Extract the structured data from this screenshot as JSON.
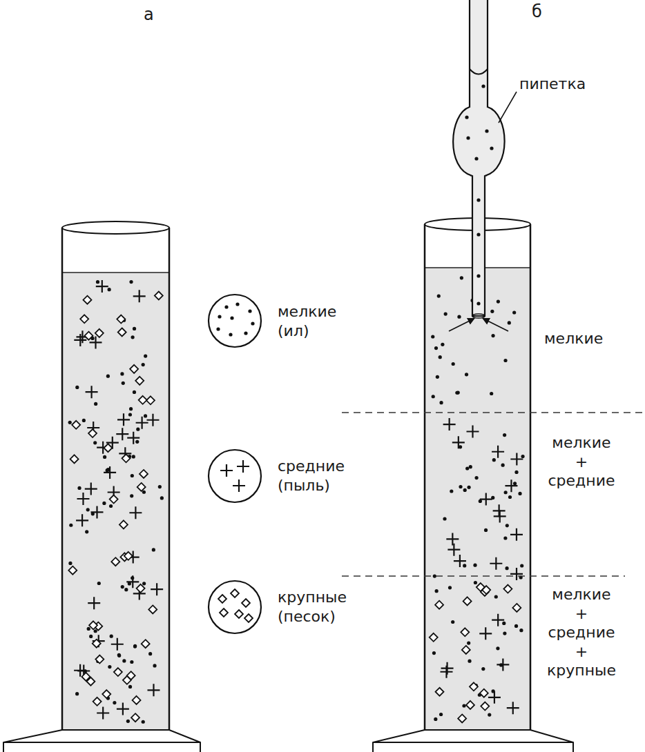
{
  "diagram": {
    "labels": [
      "а",
      "б",
      "пипетка",
      "мелкие",
      "мелкие + средние",
      "мелкие + средние + крупные"
    ],
    "legend": [
      {
        "text": "мелкие (ил)"
      },
      {
        "text": "средние (пыль)"
      },
      {
        "text": "крупные (песок)"
      }
    ]
  }
}
